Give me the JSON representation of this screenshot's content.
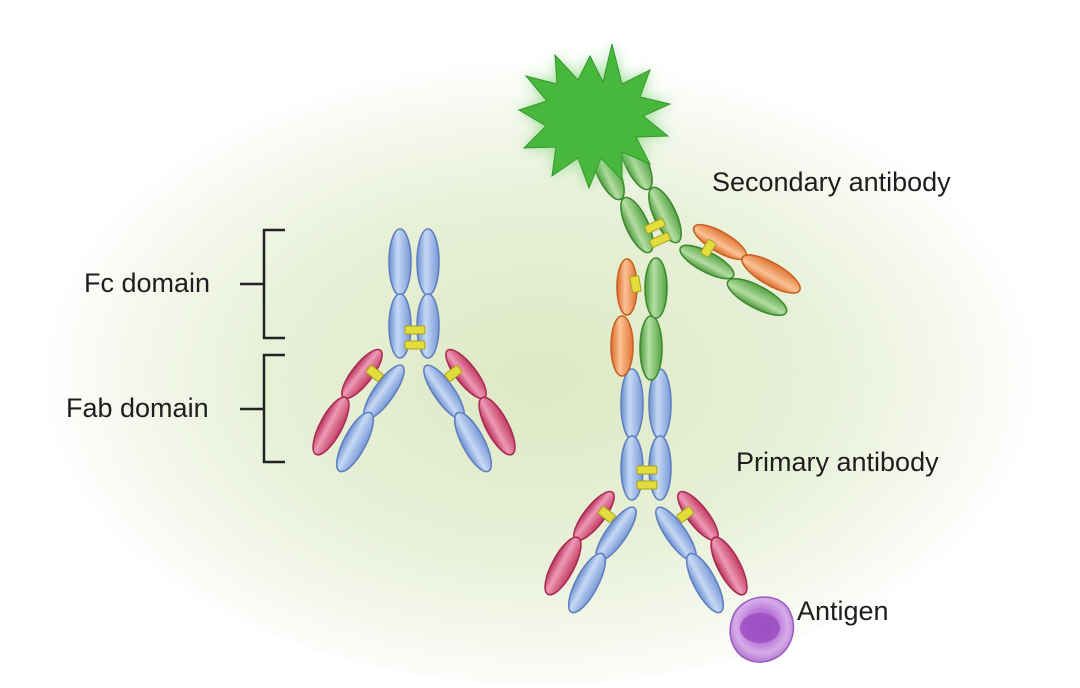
{
  "labels": {
    "fc_domain": "Fc domain",
    "fab_domain": "Fab domain",
    "secondary_antibody": "Secondary antibody",
    "primary_antibody": "Primary antibody",
    "antigen": "Antigen"
  },
  "colors": {
    "heavy_chain_blue": "#9ab8e6",
    "light_chain_red": "#dc5a7f",
    "secondary_heavy_green": "#7cc068",
    "secondary_light_orange": "#f0904e",
    "disulfide_bond_yellow": "#e2dc3c",
    "fluorophore_green": "#3fb94a",
    "antigen_purple": "#c285d6",
    "background_glow": "#dde9c4"
  },
  "icons": {
    "fluorophore": "starburst-icon",
    "antigen": "antigen-cell-icon"
  }
}
